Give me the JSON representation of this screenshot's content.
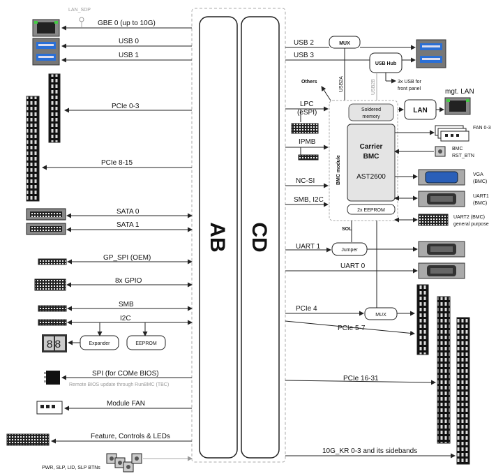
{
  "ab": {
    "title": "AB",
    "signals": {
      "lan_sdp": "LAN_SDP",
      "gbe0": "GBE 0 (up to 10G)",
      "usb0": "USB 0",
      "usb1": "USB 1",
      "pcie03": "PCIe 0-3",
      "pcie815": "PCIe 8-15",
      "sata0": "SATA 0",
      "sata1": "SATA 1",
      "gpspi": "GP_SPI (OEM)",
      "gpio": "8x GPIO",
      "smb": "SMB",
      "i2c": "I2C",
      "expander": "Expander",
      "eeprom": "EEPROM",
      "spi": "SPI (for COMe BIOS)",
      "spi_note": "Remote BIOS update through RunBMC (TBC)",
      "module_fan": "Module FAN",
      "feature": "Feature, Controls & LEDs",
      "pwr_btns": "PWR, SLP, LID, SLP BTNs",
      "seg_display": "88"
    }
  },
  "cd": {
    "title": "CD",
    "signals": {
      "usb2": "USB 2",
      "usb3": "USB 3",
      "mux": "MUX",
      "usb_hub": "USB Hub",
      "front_usb_line1": "3x USB for",
      "front_usb_line2": "front panel",
      "usb2a": "USB2A",
      "usb2b": "USB2B",
      "others": "Others",
      "mgt_lan": "mgt. LAN",
      "lan": "LAN",
      "lpc": "LPC",
      "espi": "(eSPI)",
      "ipmb": "IPMB",
      "ncsi": "NC-SI",
      "smb_i2c": "SMB, I2C",
      "uart1": "UART 1",
      "uart0": "UART 0",
      "sol": "SOL",
      "jumper": "Jumper",
      "pcie4": "PCIe 4",
      "pcie57": "PCIe 5-7",
      "pcie1631": "PCIe 16-31",
      "kr": "10G_KR 0-3 and its sidebands"
    }
  },
  "bmc": {
    "module_label": "BMC module",
    "soldered_line1": "Soldered",
    "soldered_line2": "memory",
    "carrier_line1": "Carrier",
    "carrier_line2": "BMC",
    "chip": "AST2600",
    "eeprom": "2x EEPROM",
    "fan": "FAN 0-3",
    "rst_line1": "BMC",
    "rst_line2": "RST_BTN",
    "vga_line1": "VGA",
    "vga_line2": "(BMC)",
    "uart1_line1": "UART1",
    "uart1_line2": "(BMC)",
    "uart2_line1": "UART2 (BMC)",
    "uart2_line2": "general purpose"
  }
}
